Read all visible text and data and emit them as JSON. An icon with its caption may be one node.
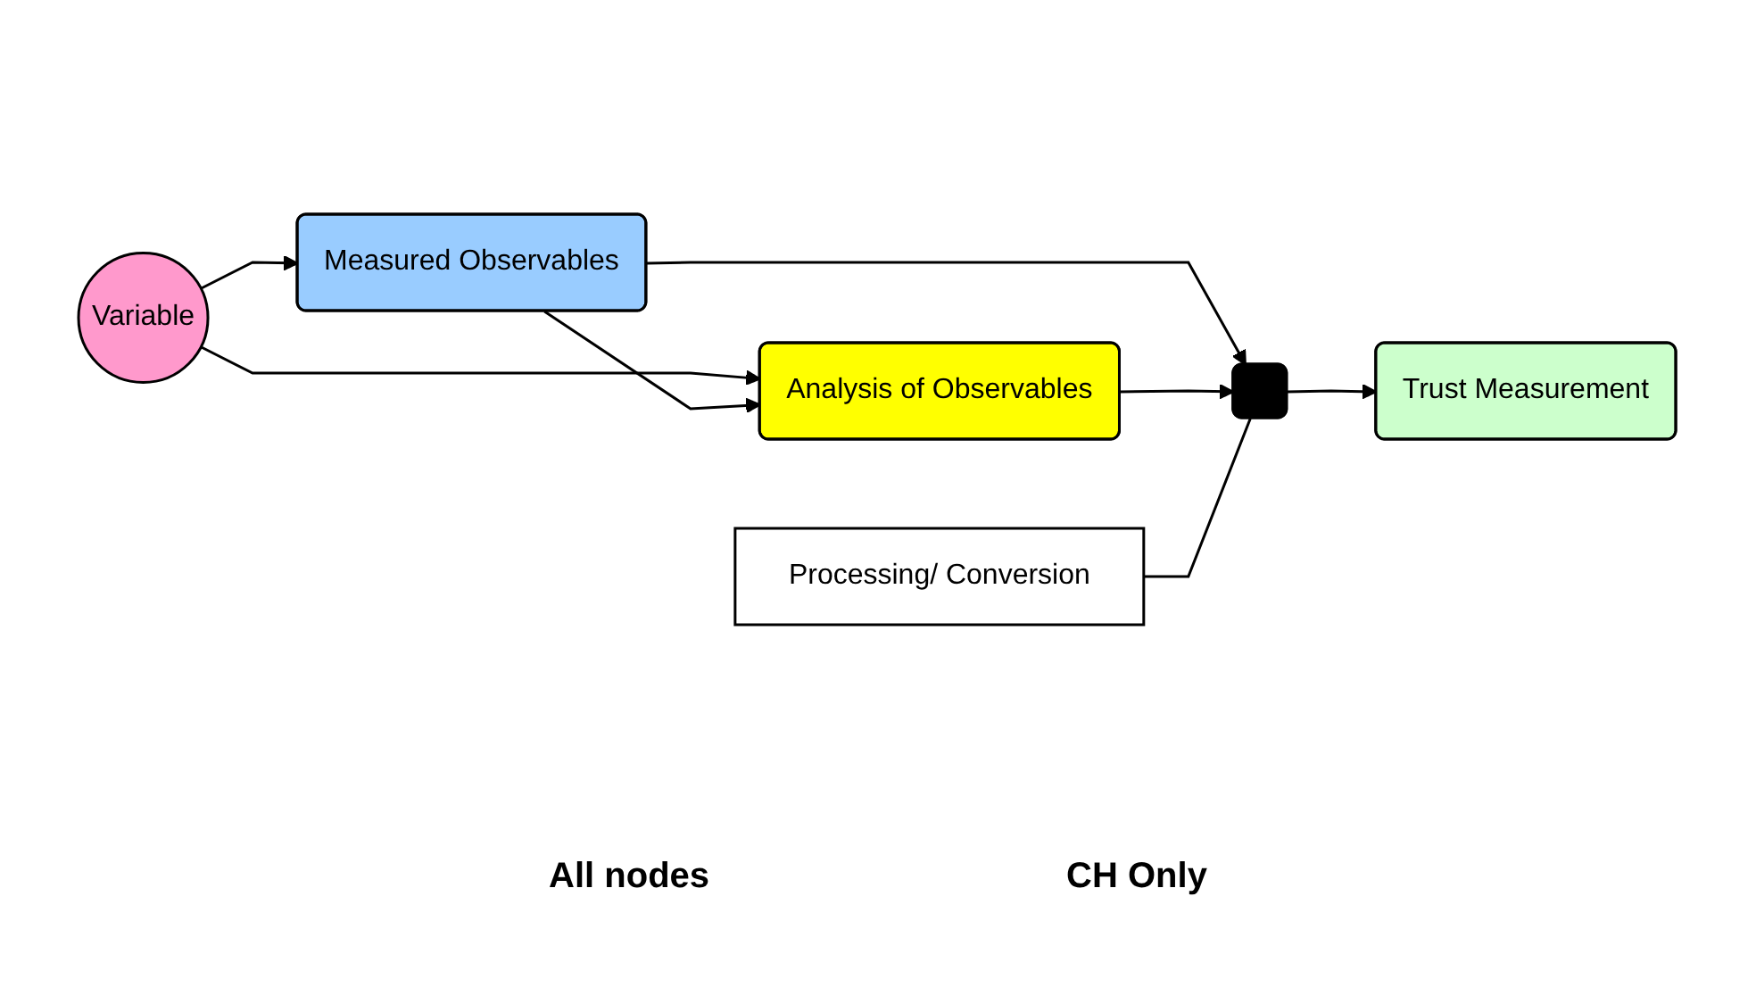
{
  "diagram": {
    "nodes": [
      {
        "text": [
          "Variable"
        ]
      },
      {
        "text": [
          "Processing/ Conversion"
        ]
      },
      {
        "text": [
          "Measured Observables"
        ]
      },
      {
        "text": [
          "Analysis of Observables"
        ]
      },
      {
        "text": [],
        "shape": "box"
      },
      {
        "text": [
          "Trust Measurement"
        ]
      }
    ],
    "edges": [
      {
        "from": 0,
        "to": 2,
        "arrow": "to"
      },
      {
        "from": 0,
        "to": 3,
        "arrow": "to"
      },
      {
        "from": 2,
        "to": 3,
        "arrow": "to"
      },
      {
        "from": 2,
        "to": 4,
        "arrow": "to"
      },
      {
        "from": 3,
        "to": 4,
        "arrow": "to"
      },
      {
        "from": 4,
        "to": 5,
        "arrow": "to"
      },
      {
        "from": 1,
        "to": 4,
        "arrow": "none"
      }
    ],
    "labels": [
      "All nodes",
      "CH Only"
    ]
  }
}
